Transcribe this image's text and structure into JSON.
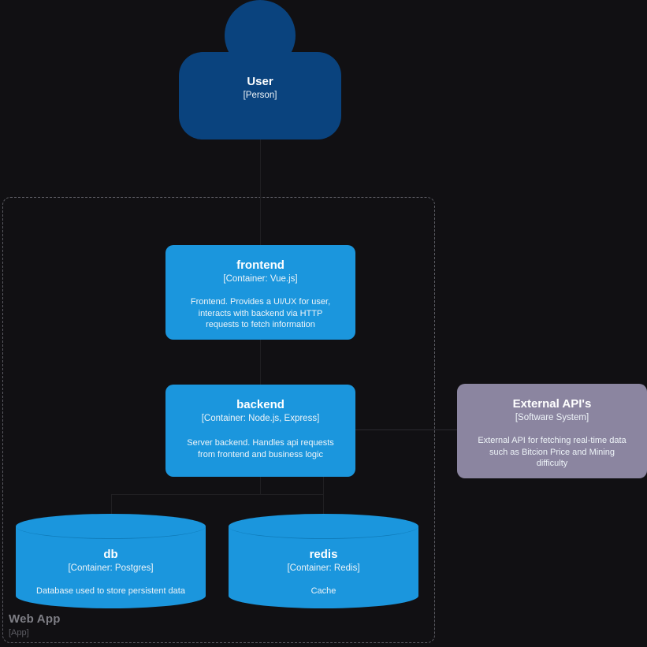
{
  "diagram": {
    "background_color": "#111013",
    "boundary": {
      "label": "Web App",
      "type": "[App]",
      "style": "dashed",
      "color": "#5b5b62"
    },
    "colors": {
      "person": "#0a437e",
      "container": "#1b96dd",
      "external_system": "#8b85a0",
      "connector": "#201f22",
      "text": "#ffffff"
    }
  },
  "nodes": {
    "user": {
      "name": "User",
      "type": "[Person]",
      "shape": "person",
      "color": "#0a437e"
    },
    "frontend": {
      "name": "frontend",
      "type": "[Container: Vue.js]",
      "description": "Frontend. Provides a UI/UX for user, interacts with backend via HTTP requests to fetch information",
      "shape": "rounded-box",
      "color": "#1b96dd"
    },
    "backend": {
      "name": "backend",
      "type": "[Container: Node.js, Express]",
      "description": "Server backend. Handles api requests from frontend and business logic",
      "shape": "rounded-box",
      "color": "#1b96dd"
    },
    "external_api": {
      "name": "External API's",
      "type": "[Software System]",
      "description": "External API for fetching real-time data such as Bitcion Price and Mining difficulty",
      "shape": "rounded-box",
      "color": "#8b85a0"
    },
    "db": {
      "name": "db",
      "type": "[Container: Postgres]",
      "description": "Database used to store persistent data",
      "shape": "cylinder",
      "color": "#1b96dd"
    },
    "redis": {
      "name": "redis",
      "type": "[Container: Redis]",
      "description": "Cache",
      "shape": "cylinder",
      "color": "#1b96dd"
    }
  },
  "edges": [
    {
      "from": "user",
      "to": "frontend",
      "style": "straight-vertical"
    },
    {
      "from": "frontend",
      "to": "backend",
      "style": "straight-vertical"
    },
    {
      "from": "backend",
      "to": "db",
      "style": "elbow"
    },
    {
      "from": "backend",
      "to": "redis",
      "style": "elbow"
    },
    {
      "from": "backend",
      "to": "external_api",
      "style": "straight-horizontal"
    }
  ]
}
